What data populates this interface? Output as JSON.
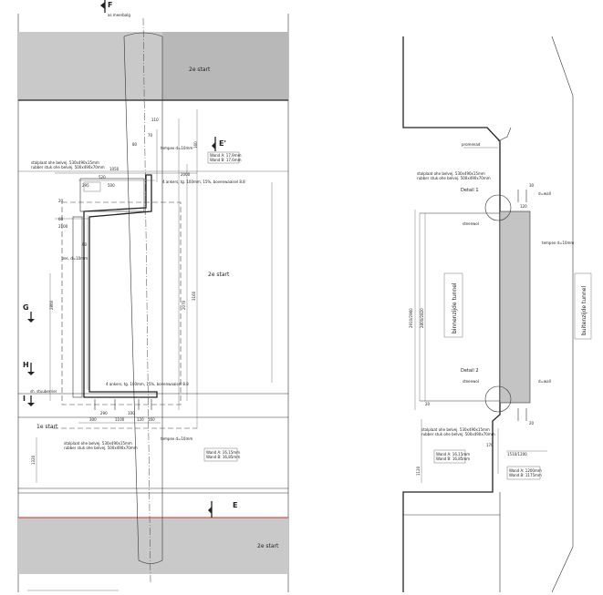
{
  "colors": {
    "fill_grey": "#c9c9c9",
    "fill_grey_dark": "#b8b8b8",
    "red_line": "#d83030",
    "ink": "#222222"
  },
  "left": {
    "sections": {
      "f": "F",
      "e_top": "E'",
      "e_bottom": "E",
      "g": "G",
      "h": "H",
      "i": "I"
    },
    "top_note": "as meerbalg",
    "start_2e_top": "2e start",
    "start_2e_middle": "2e start",
    "start_2e_bottom": "2e start",
    "start_1e": "1e start",
    "note_tempex_top": "tempex d=10mm",
    "wand_top": [
      "Wand A: 17,9mm",
      "Wand B: 17,6mm"
    ],
    "note_plate_top": [
      "stalplaat ohe belvej. 530x490x15mm",
      "rubber stuk ohe belvej. 500x490x70mm"
    ],
    "note_ankers_top": "4 ankers, tg. 100mm, 15%, bovenwaaisel 8.8",
    "note_ankers_bottom": "4 ankers, tg. 100mm, 15%, bovenwaaisel 8.8",
    "note_zes": "zes. d=10mm",
    "note_sh": "sh. stuuberrier",
    "note_plate_bottom": [
      "stalplaat ohe belvej. 530x490x15mm",
      "rubber stuk ohe belvej. 500x490x70mm"
    ],
    "note_tempex_bottom": "tempex d=10mm",
    "wand_bottom": [
      "Wand A: 16,15mm",
      "Wand B: 16,85mm"
    ],
    "dims": [
      "110",
      "70",
      "80",
      "2000",
      "1050",
      "295",
      "500",
      "520",
      "20",
      "60",
      "2100",
      "2860",
      "2070",
      "90",
      "300",
      "1100",
      "120",
      "290",
      "100",
      "160",
      "1320",
      "3160",
      "160"
    ]
  },
  "right": {
    "label_promenade": "promenad",
    "note_plate_top": [
      "stalplaat ohe belvej. 530x490x15mm",
      "rubber stuk ohe belvej. 500x490x70mm"
    ],
    "detail_1": "Detail 1",
    "detail_2": "Detail 2",
    "label_steenwol_top": "steenwol",
    "label_steenwol_bottom": "steenwol",
    "label_tempex": "tempex d=10mm",
    "label_dwall_top": "d=wall",
    "label_dwall_bottom": "d=wall",
    "tunnel_inner": "binnenzijde tunnel",
    "tunnel_outer": "buitenzijde tunnel",
    "dim_left": "2910/2960",
    "dim_inner": "2800/2820",
    "dim_bottom": "1510/1200",
    "note_plate_bottom": [
      "stalplaat ohe belvej. 530x490x15mm",
      "rubber stuk ohe belvej. 500x490x70mm"
    ],
    "wand_bottom_left": [
      "Wand A: 16,15mm",
      "Wand B: 16,85mm"
    ],
    "wand_bottom_right": [
      "Wand A: 1200mm",
      "Wand B: 1175mm"
    ],
    "dims": [
      "30",
      "120",
      "20",
      "170",
      "1120",
      "20"
    ]
  }
}
